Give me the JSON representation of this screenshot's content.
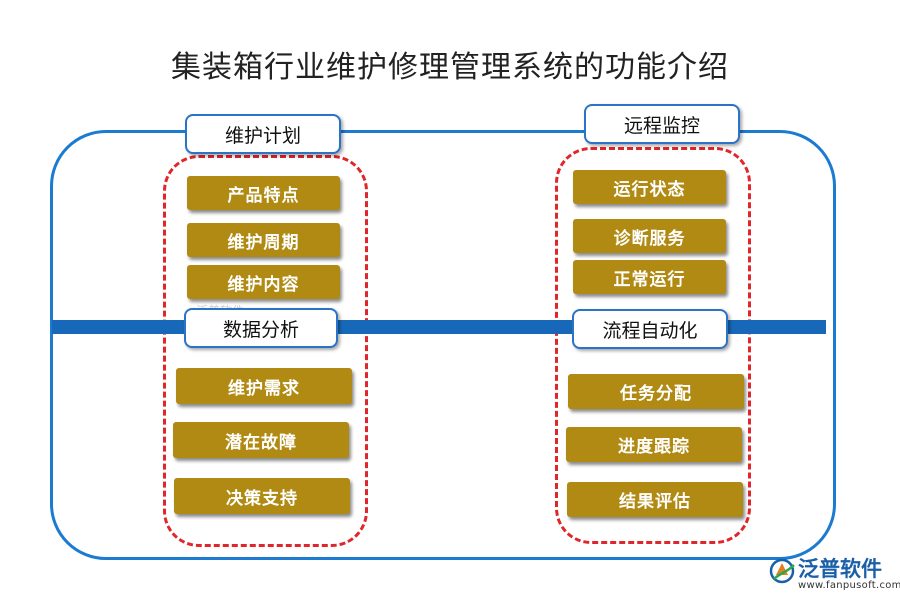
{
  "title": "集装箱行业维护修理管理系统的功能介绍",
  "sections": {
    "maintenance_plan": {
      "header": "维护计划",
      "items": [
        "产品特点",
        "维护周期",
        "维护内容"
      ]
    },
    "data_analysis": {
      "header": "数据分析",
      "items": [
        "维护需求",
        "潜在故障",
        "决策支持"
      ]
    },
    "remote_monitoring": {
      "header": "远程监控",
      "items": [
        "运行状态",
        "诊断服务",
        "正常运行"
      ]
    },
    "process_automation": {
      "header": "流程自动化",
      "items": [
        "任务分配",
        "进度跟踪",
        "结果评估"
      ]
    }
  },
  "watermark": "泛普软件",
  "logo": {
    "name": "泛普软件",
    "url": "www.fanpusoft.com"
  },
  "colors": {
    "frame": "#1a7bd1",
    "divider": "#1768b8",
    "dashed_group": "#e0262b",
    "item_fill": "#b08a12",
    "header_border": "#2a73c7"
  }
}
